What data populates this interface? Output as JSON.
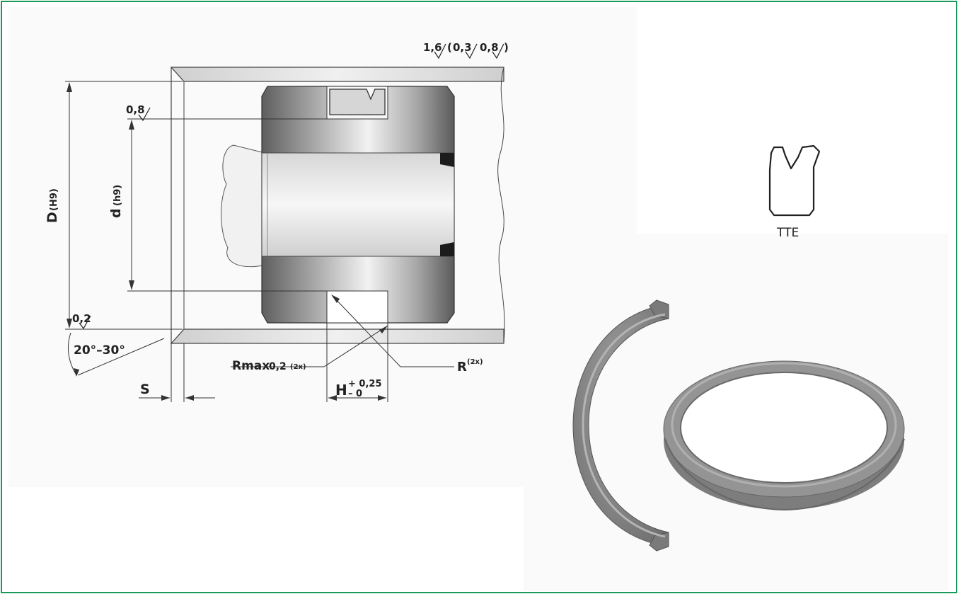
{
  "labels": {
    "surface_top": "1,6",
    "surface_paren_open": "(",
    "surface_mid": "0,3",
    "surface_right": "0,8",
    "surface_paren_close": ")",
    "surface_d": "0,8",
    "surface_bottom": "0,2",
    "angle": "20°–30°",
    "dim_D": "D",
    "dim_D_tol": "(H9)",
    "dim_d": "d",
    "dim_d_tol": "(h9)",
    "dim_S": "S",
    "rmax": "Rmax",
    "rmax_val": "0,2",
    "rmax_count": "(2x)",
    "r": "R",
    "r_count": "(2x)",
    "h": "H",
    "h_plus": "+ 0,25",
    "h_minus": "– 0",
    "profile_name": "TTE"
  },
  "colors": {
    "frame": "#1a9a5a",
    "seal_gray": "#8a8a8a",
    "steel_dark": "#6f6f6f",
    "steel_light": "#e6e6e6"
  }
}
